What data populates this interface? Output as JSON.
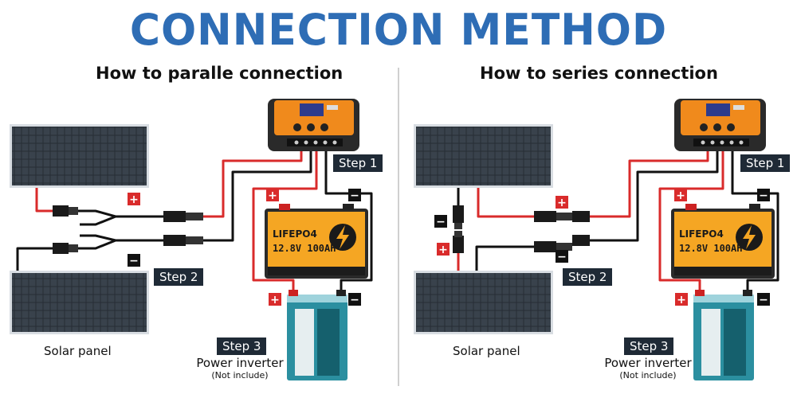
{
  "title": "CONNECTION METHOD",
  "left": {
    "heading": "How to paralle connection",
    "solar_label": "Solar panel",
    "step1": "Step 1",
    "step2": "Step 2",
    "step3": "Step 3",
    "inverter_label": "Power inverter",
    "inverter_note": "(Not include)"
  },
  "right": {
    "heading": "How to series connection",
    "solar_label": "Solar panel",
    "step1": "Step 1",
    "step2": "Step 2",
    "step3": "Step 3",
    "inverter_label": "Power inverter",
    "inverter_note": "(Not include)"
  },
  "battery": {
    "brand": "LIFEPO4",
    "rating": "12.8V 100AH"
  },
  "polarity": {
    "plus": "+",
    "minus": "−"
  },
  "colors": {
    "title": "#2e6db5",
    "controller": "#f08a1c",
    "battery": "#f5a623",
    "inverter": "#2b8fa0",
    "red_wire": "#d92b2b",
    "black_wire": "#111111",
    "step_bg": "#1f2a36",
    "panel": "#20262d"
  },
  "icons": {
    "controller": "charge-controller-icon",
    "battery": "battery-icon",
    "inverter": "power-inverter-icon",
    "panel": "solar-panel-icon"
  }
}
